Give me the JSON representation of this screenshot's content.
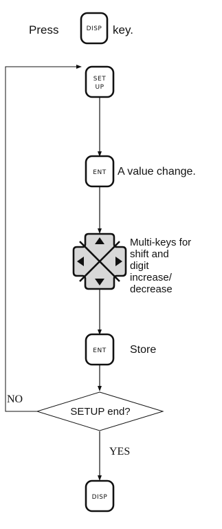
{
  "intro": {
    "before": "Press",
    "key": "DISP",
    "after": "key."
  },
  "steps": {
    "setup_key": {
      "line1": "SET",
      "line2": "UP"
    },
    "ent_key_1": {
      "label": "ENT",
      "desc": "A value change."
    },
    "multikey": {
      "desc": [
        "Multi-keys for",
        "shift and",
        "digit",
        "increase/",
        "decrease"
      ]
    },
    "ent_key_2": {
      "label": "ENT",
      "desc": "Store"
    },
    "decision": {
      "label": "SETUP end?",
      "no": "NO",
      "yes": "YES"
    },
    "disp_key": {
      "label": "DISP"
    }
  }
}
